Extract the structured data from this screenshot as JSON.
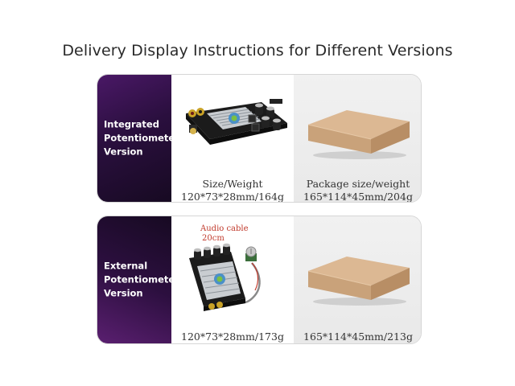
{
  "title": "Delivery Display Instructions for Different Versions",
  "versions": [
    {
      "label_lines": [
        "Integrated",
        "Potentiometer",
        "Version"
      ],
      "product_caption_1": "Size/Weight",
      "product_caption_2": "120*73*28mm/164g",
      "package_caption_1": "Package size/weight",
      "package_caption_2": "165*114*45mm/204g"
    },
    {
      "label_lines": [
        "External",
        "Potentiometer",
        "Version"
      ],
      "audio_cable_line_1": "Audio cable",
      "audio_cable_line_2": "20cm",
      "product_caption_2": "120*73*28mm/173g",
      "package_caption_2": "165*114*45mm/213g"
    }
  ],
  "colors": {
    "label_panel": "#2a0f3e",
    "audio_label": "#c0392b",
    "box": "#c9a27a"
  }
}
